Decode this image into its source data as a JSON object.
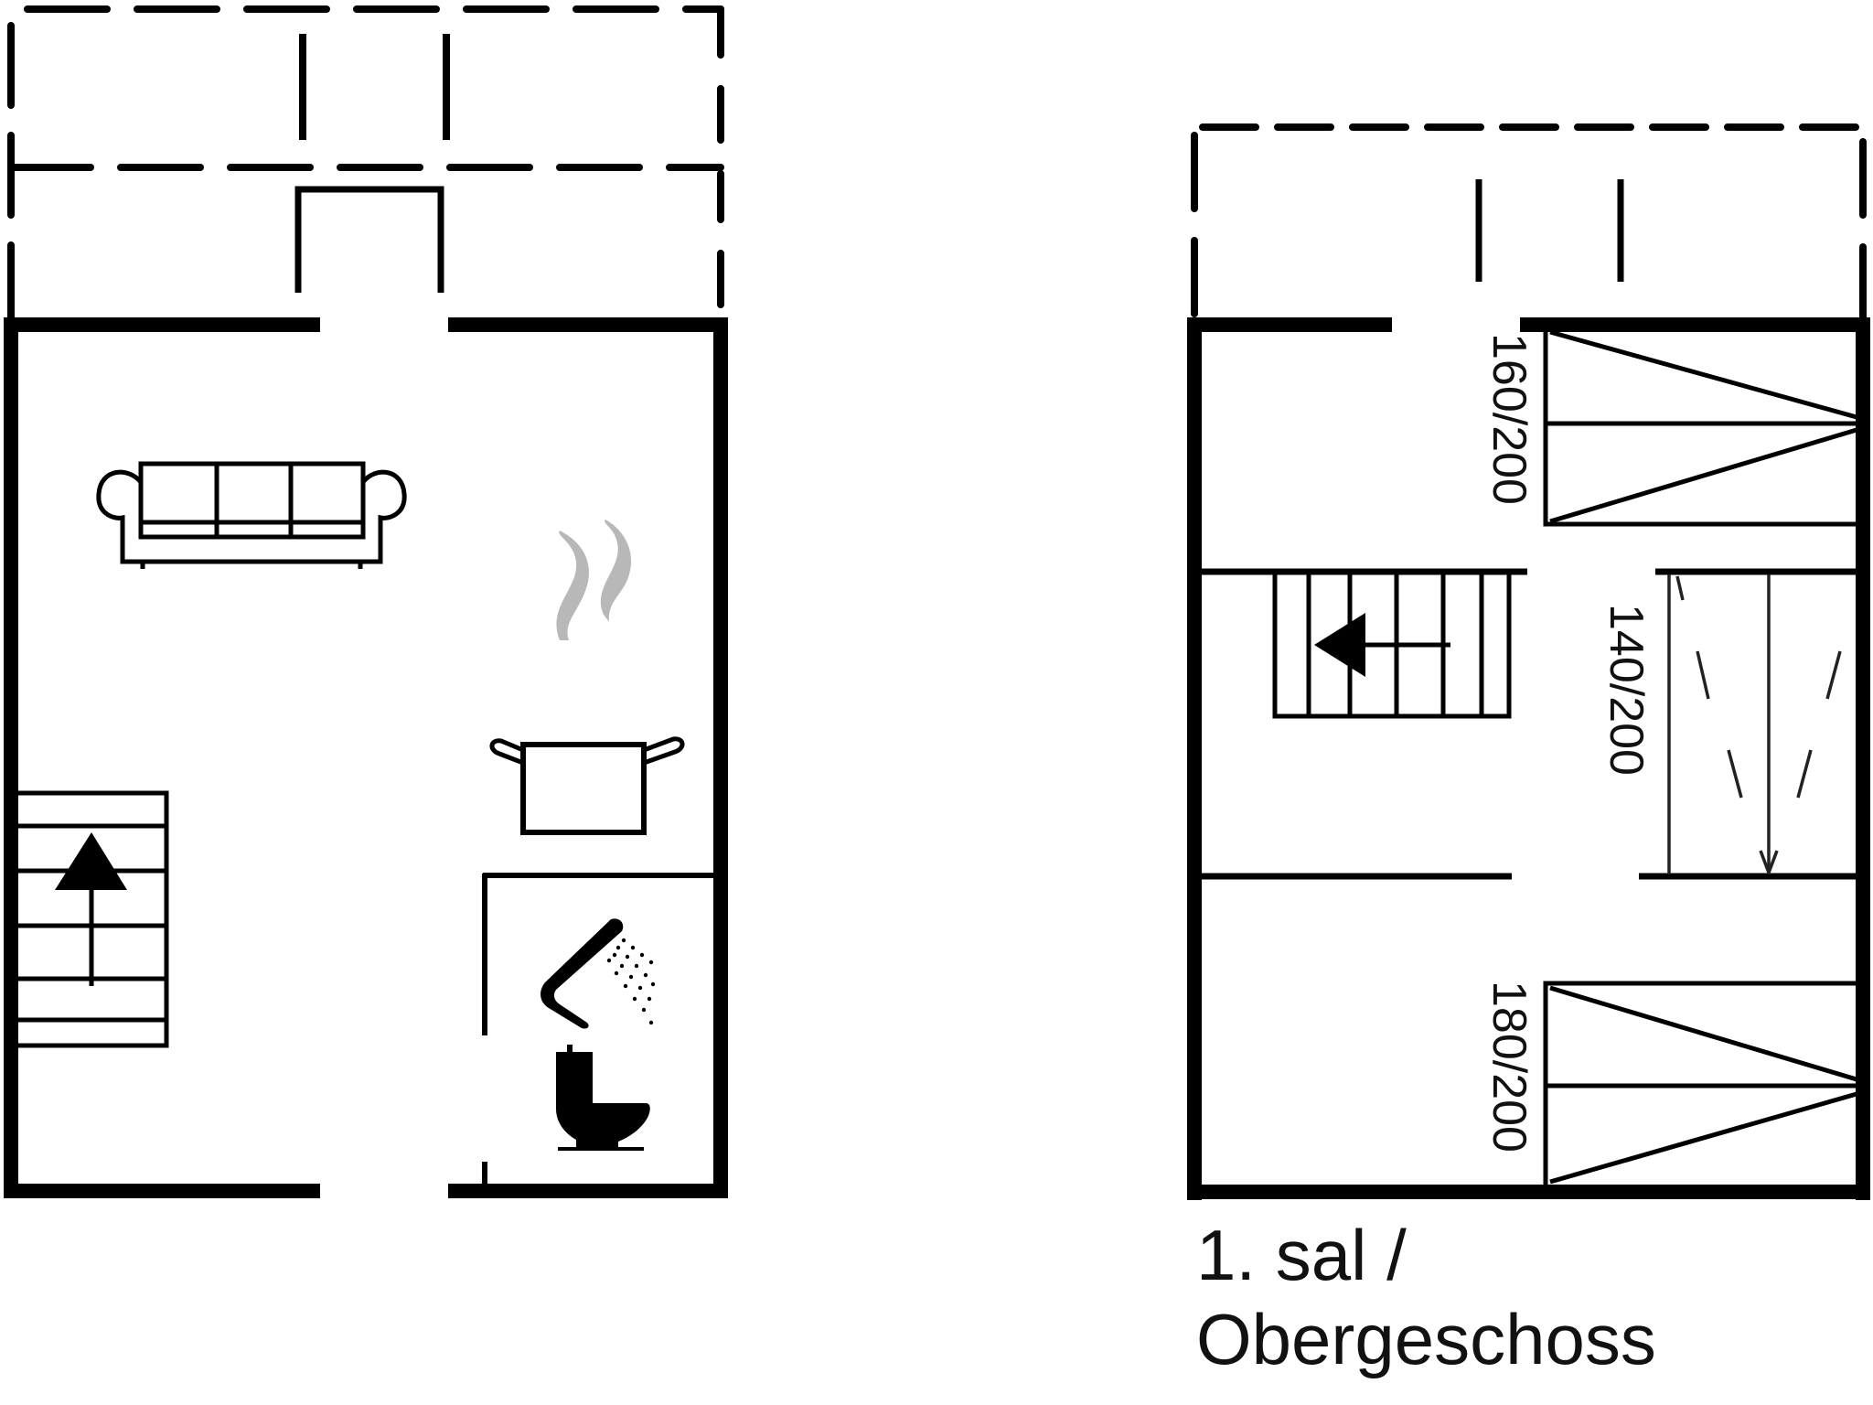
{
  "floor_plans": [
    {
      "id": "ground-floor",
      "label": null,
      "rooms": [
        "living-room",
        "kitchen",
        "bathroom"
      ],
      "symbols": [
        "sofa-icon",
        "cooking-pot-icon",
        "shower-icon",
        "toilet-icon",
        "stairs-up-icon"
      ],
      "annex": "dashed-outline-terrace"
    },
    {
      "id": "upper-floor",
      "label": {
        "line1": "1. sal /",
        "line2": "Obergeschoss"
      },
      "beds": [
        {
          "size": "160/200"
        },
        {
          "size": "140/200"
        },
        {
          "size": "180/200"
        }
      ],
      "symbols": [
        "stairs-down-icon"
      ],
      "annex": "dashed-outline-balcony"
    }
  ],
  "colors": {
    "line": "#000000",
    "steam": "#b8b8b8",
    "background": "#ffffff"
  }
}
